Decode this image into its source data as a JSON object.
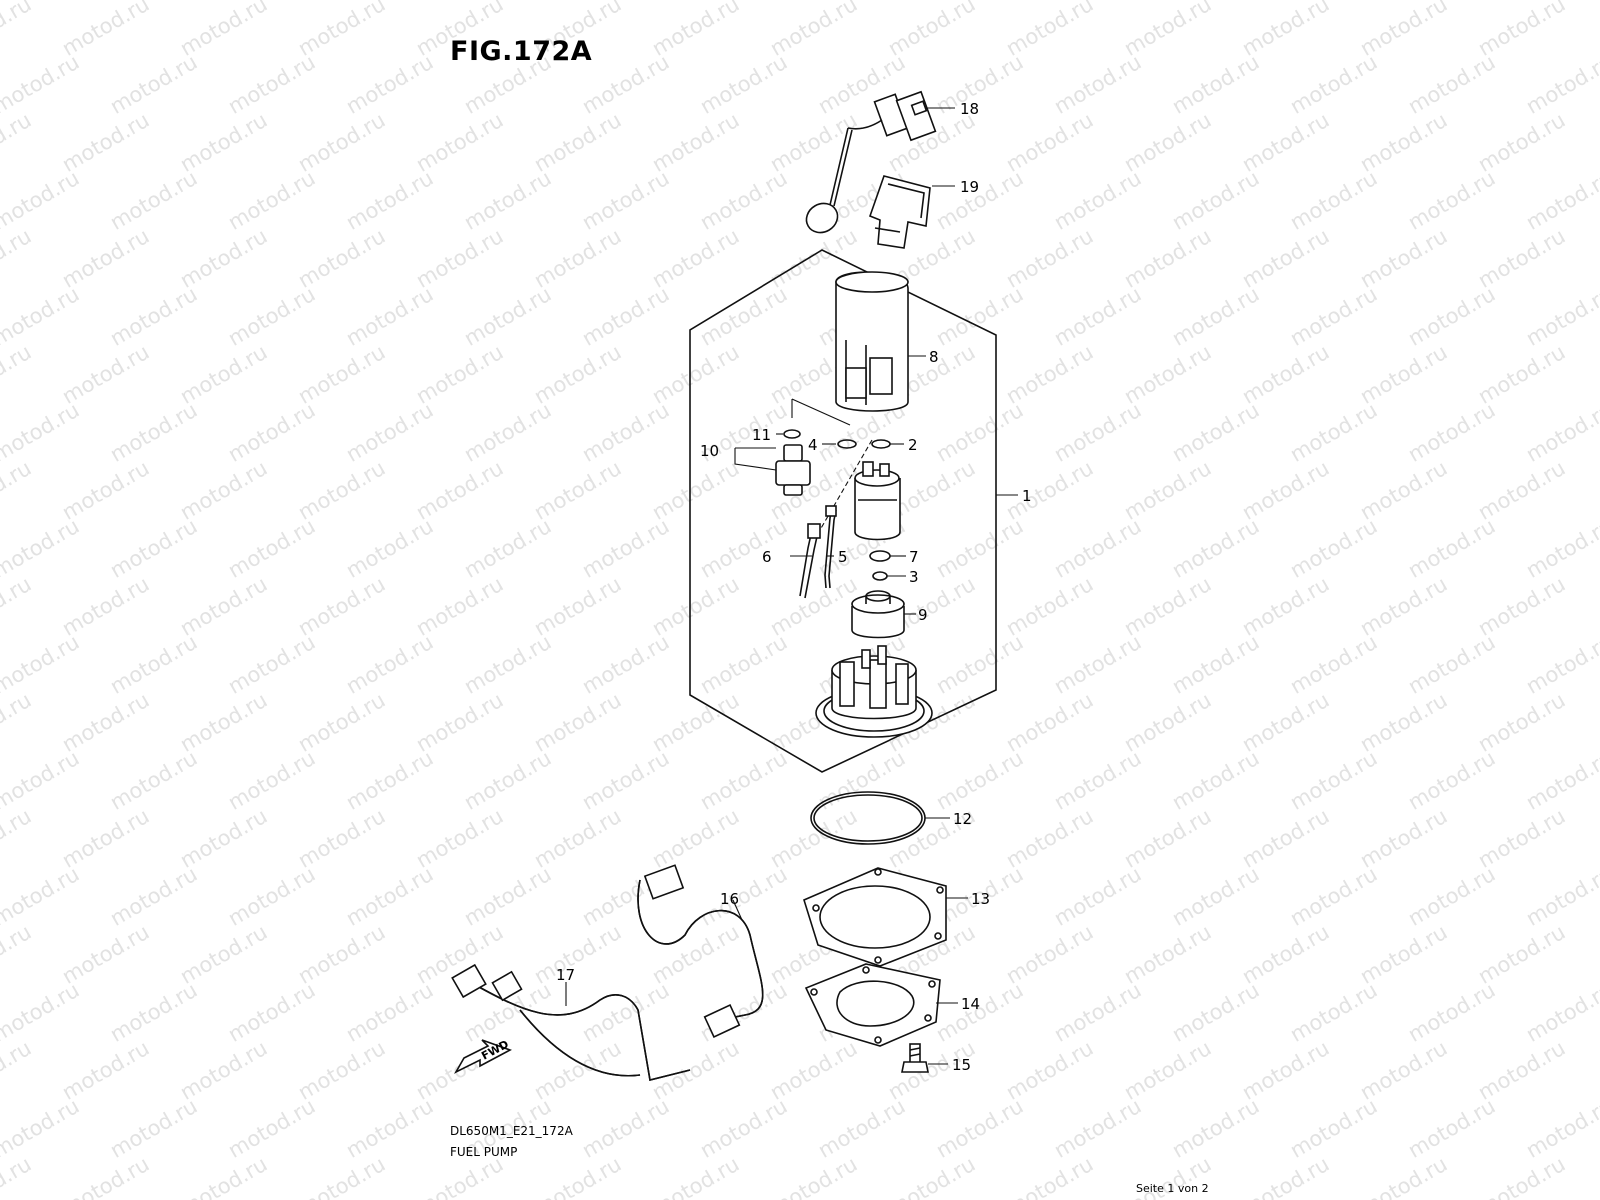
{
  "watermark": {
    "text": "motod.ru"
  },
  "figure": {
    "title": "FIG.172A"
  },
  "callouts": {
    "c1": "1",
    "c2": "2",
    "c3": "3",
    "c4": "4",
    "c5": "5",
    "c6": "6",
    "c7": "7",
    "c8": "8",
    "c9": "9",
    "c10": "10",
    "c11": "11",
    "c12": "12",
    "c13": "13",
    "c14": "14",
    "c15": "15",
    "c16": "16",
    "c17": "17",
    "c18": "18",
    "c19": "19"
  },
  "fwd_arrow": {
    "label": "FWD"
  },
  "footer": {
    "diagram_code": "DL650M1_E21_172A",
    "caption": "FUEL PUMP",
    "page_indicator": "Seite 1 von 2"
  }
}
